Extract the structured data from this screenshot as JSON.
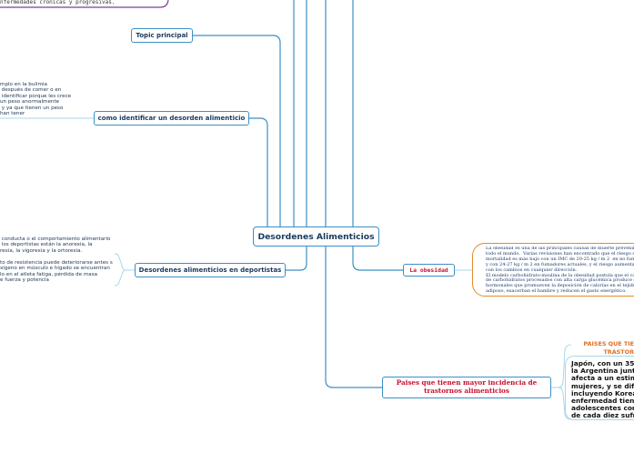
{
  "colors": {
    "connector_blue": "#3c8fc5",
    "connector_teal": "#a9d7e8",
    "obesity_orange": "#e88a2a",
    "purple_border": "#7a3f9c",
    "red_text": "#c8102e",
    "orange_text": "#e07020"
  },
  "central": {
    "label": "Desordenes Alimenticios"
  },
  "top_note": {
    "text": "nfermedades crónicas y progresivas."
  },
  "topics": {
    "topic_principal": {
      "label": "Topic principal"
    },
    "identificar": {
      "label": "como identificar un desorden alimenticio",
      "note": "mplo en la bulimia\n después de comer o en\n identificar porque les crece\nun peso anormalmente\n y ya que tienen un peso\nhan tener"
    },
    "deportistas": {
      "label": "Desordenes alimenticios en deportistas",
      "note_1": " conducta o el comportamiento alimentario\n los deportistas están la anorexia, la\nrexia, la vigorexia y la ortorexia.",
      "note_2": "to de resistencia puede deteriorarse antes si\nxígeno en músculo e hígado se encuentran\nlo en el atleta fatiga, pérdida de masa\ne fuerza y potencia"
    },
    "obesidad": {
      "label": "La obesidad",
      "note": "La obesidad es una de las principales causas de muerte prevenibles en\ntodo el mundo.  Varias revisiones han encontrado que el riesgo de\nmortalidad es más bajo con un IMC de 20-25 kg / m 2  en no fumadores\ny con 24-27 kg / m 2 en fumadores actuales, y el riesgo aumenta junto\ncon los cambios en cualquier dirección.\nEl modelo carbohidrato-insulina de la obesidad postula que el consumo\nde carbohidratos procesados con alta carga glucémica produce cambios\nhormonales que promueven la deposición de calorías en el tejido\nadiposo, exacerban el hambre y reducen el gasto energético."
    },
    "paises": {
      "label": "Paises que tienen mayor incidencia de trastornos alimenticios",
      "callout_title": "PAISES QUE TIE\nTRASTOR",
      "callout_text": "Japón, con un 35%\nla Argentina junto c\nafecta a un estimad\nmujeres, y se difun\nincluyendo Korea, S\nenfermedad tiene l\nadolescentes con d\nde cada diez sufre c"
    }
  }
}
